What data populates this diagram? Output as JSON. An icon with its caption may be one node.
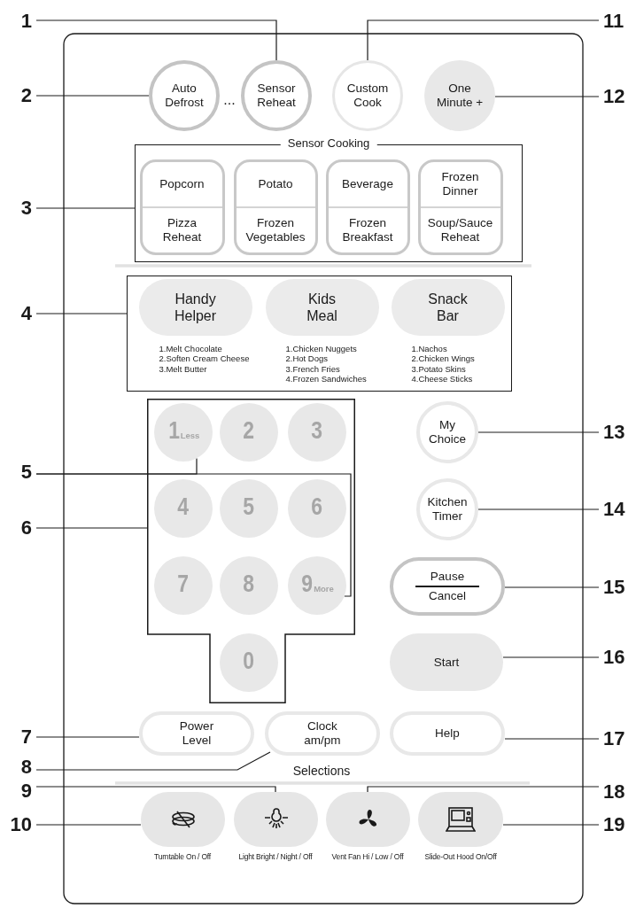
{
  "diagram": {
    "nodes": [
      {
        "text": [
          "1"
        ]
      },
      {
        "text": [
          "11"
        ]
      },
      {
        "text": [
          "2"
        ]
      },
      {
        "text": [
          "Auto Defrost"
        ]
      },
      {
        "text": [
          "Sensor Reheat"
        ]
      },
      {
        "text": [
          "Custom Cook"
        ]
      },
      {
        "text": [
          "One Minute +"
        ]
      },
      {
        "text": [
          "12"
        ]
      },
      {
        "text": [
          "Sensor Cooking"
        ]
      },
      {
        "text": [
          "Popcorn",
          "Pizza Reheat"
        ],
        "in": 8
      },
      {
        "text": [
          "Potato",
          "Frozen Vegetables"
        ],
        "in": 8
      },
      {
        "text": [
          "Beverage",
          "Frozen Breakfast"
        ],
        "in": 8
      },
      {
        "text": [
          "Frozen Dinner",
          "Soup/Sauce Reheat"
        ],
        "in": 8
      },
      {
        "text": [
          "3"
        ]
      },
      {
        "text": [
          "4"
        ]
      },
      {
        "text": [],
        "shape": "box"
      },
      {
        "text": [
          "Handy Helper"
        ],
        "in": 15,
        "beside": [
          "1.Melt Chocolate",
          "2.Soften Cream Cheese",
          "3.Melt Butter"
        ]
      },
      {
        "text": [
          "Kids Meal"
        ],
        "in": 15,
        "beside": [
          "1.Chicken Nuggets",
          "2.Hot Dogs",
          "3.French Fries",
          "4.Frozen Sandwiches"
        ]
      },
      {
        "text": [
          "Snack Bar"
        ],
        "in": 15,
        "beside": [
          "1.Nachos",
          "2.Chicken Wings",
          "3.Potato Skins",
          "4.Cheese Sticks"
        ]
      },
      {
        "text": [
          "5"
        ]
      },
      {
        "text": [
          "6"
        ]
      },
      {
        "text": [],
        "shape": "box"
      },
      {
        "text": [
          "1",
          "Less"
        ],
        "in": 21
      },
      {
        "text": [
          "2"
        ],
        "in": 21
      },
      {
        "text": [
          "3"
        ],
        "in": 21
      },
      {
        "text": [
          "4"
        ],
        "in": 21
      },
      {
        "text": [
          "5"
        ],
        "in": 21
      },
      {
        "text": [
          "6"
        ],
        "in": 21
      },
      {
        "text": [
          "7"
        ],
        "in": 21
      },
      {
        "text": [
          "8"
        ],
        "in": 21
      },
      {
        "text": [
          "9",
          "More"
        ],
        "in": 21
      },
      {
        "text": [
          "0"
        ],
        "in": 21
      },
      {
        "text": [
          "My Choice"
        ]
      },
      {
        "text": [
          "13"
        ]
      },
      {
        "text": [
          "Kitchen Timer"
        ]
      },
      {
        "text": [
          "14"
        ]
      },
      {
        "text": [
          "Pause",
          "Cancel"
        ]
      },
      {
        "text": [
          "15"
        ]
      },
      {
        "text": [
          "Start"
        ]
      },
      {
        "text": [
          "16"
        ]
      },
      {
        "text": [
          "7"
        ]
      },
      {
        "text": [
          "Power Level"
        ]
      },
      {
        "text": [
          "Clock am/pm"
        ]
      },
      {
        "text": [
          "Help"
        ]
      },
      {
        "text": [
          "17"
        ]
      },
      {
        "text": [
          "8"
        ]
      },
      {
        "text": [
          "9"
        ]
      },
      {
        "text": [
          "18"
        ]
      },
      {
        "text": [
          "10"
        ]
      },
      {
        "text": [],
        "shape": "box",
        "beside": [
          "Turntable On / Off"
        ]
      },
      {
        "text": [],
        "shape": "box",
        "beside": [
          "Light Bright / Night / Off"
        ]
      },
      {
        "text": [],
        "shape": "box",
        "beside": [
          "Vent Fan Hi / Low / Off"
        ]
      },
      {
        "text": [],
        "shape": "box",
        "beside": [
          "Slide-Out Hood  On/Off"
        ]
      },
      {
        "text": [
          "19"
        ]
      }
    ],
    "edges": [
      {
        "from": 0,
        "to": 4,
        "arrow": "none"
      },
      {
        "from": 1,
        "to": 5,
        "arrow": "none"
      },
      {
        "from": 2,
        "to": 3,
        "arrow": "none"
      },
      {
        "from": 7,
        "to": 6,
        "arrow": "none"
      },
      {
        "from": 13,
        "to": 8,
        "arrow": "none"
      },
      {
        "from": 14,
        "to": 15,
        "arrow": "none"
      },
      {
        "from": 19,
        "to": 22,
        "arrow": "none"
      },
      {
        "from": 19,
        "to": 30,
        "arrow": "none"
      },
      {
        "from": 20,
        "to": 21,
        "arrow": "none"
      },
      {
        "from": 33,
        "to": 32,
        "arrow": "none"
      },
      {
        "from": 35,
        "to": 34,
        "arrow": "none"
      },
      {
        "from": 37,
        "to": 36,
        "arrow": "none"
      },
      {
        "from": 39,
        "to": 38,
        "arrow": "none"
      },
      {
        "from": 40,
        "to": 41,
        "arrow": "none"
      },
      {
        "from": 45,
        "to": 42,
        "arrow": "none"
      },
      {
        "from": 44,
        "to": 43,
        "arrow": "none"
      },
      {
        "from": 46,
        "to": 50,
        "arrow": "none"
      },
      {
        "from": 47,
        "to": 51,
        "arrow": "none"
      },
      {
        "from": 48,
        "to": 49,
        "arrow": "none"
      },
      {
        "from": 53,
        "to": 52,
        "arrow": "none"
      }
    ],
    "labels": [
      "...",
      "Selections"
    ]
  }
}
